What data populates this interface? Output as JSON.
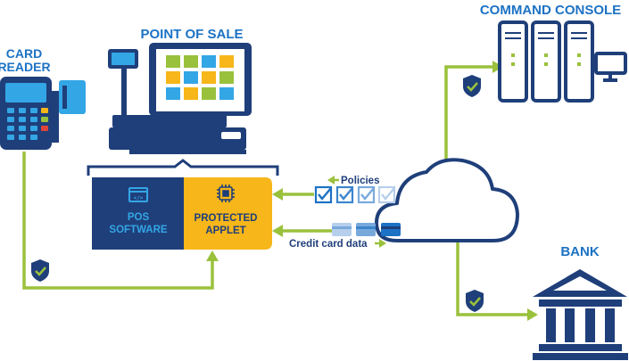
{
  "labels": {
    "card_reader_line1": "CARD",
    "card_reader_line2": "READER",
    "point_of_sale": "POINT OF SALE",
    "command_console": "COMMAND CONSOLE",
    "bank": "BANK",
    "pos_software_line1": "POS",
    "pos_software_line2": "SOFTWARE",
    "protected_applet_line1": "PROTECTED",
    "protected_applet_line2": "APPLET",
    "policies": "Policies",
    "credit_card_data": "Credit card data"
  },
  "icons": {
    "card_reader": "card-reader-icon",
    "point_of_sale": "pos-terminal-icon",
    "command_console": "server-rack-icon",
    "bank": "bank-building-icon",
    "cloud": "cloud-icon",
    "shield": "shield-check-icon",
    "chip": "chip-icon",
    "code": "code-window-icon"
  },
  "colors": {
    "navy": "#1f3f7a",
    "blue": "#1c72c4",
    "green": "#9ac13c",
    "yellow": "#f7b619",
    "tile_green": "#9ac13c",
    "tile_yellow": "#f7b619",
    "tile_blue": "#33a6e6",
    "screen_blue": "#2b8fd6"
  }
}
